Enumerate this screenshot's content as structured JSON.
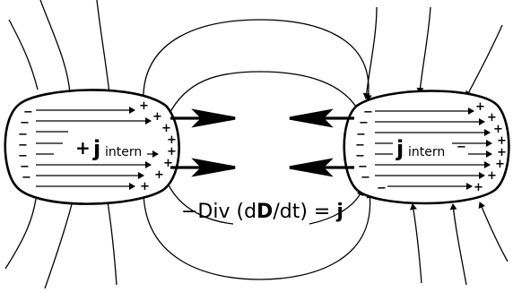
{
  "left_body": {
    "label_prefix": "+",
    "label_main": "j",
    "label_sub": "intern"
  },
  "right_body": {
    "label_main": "j",
    "label_sub": "intern"
  },
  "equation": {
    "prefix": "−Div (d",
    "bold_var": "D",
    "middle": "/dt) = ",
    "rhs": "j"
  },
  "charges": {
    "plus": "+",
    "minus": "−"
  }
}
